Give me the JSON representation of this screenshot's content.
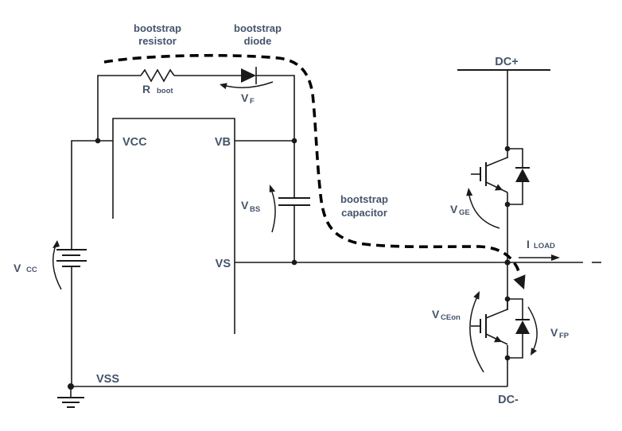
{
  "page": {
    "background": "#ffffff"
  },
  "colors": {
    "wire": "#1a1a1a",
    "label": "#44546a",
    "charge_path": "#000000"
  },
  "labels": {
    "bootstrap_resistor": {
      "line1": "bootstrap",
      "line2": "resistor"
    },
    "bootstrap_diode": {
      "line1": "bootstrap",
      "line2": "diode"
    },
    "bootstrap_capacitor": {
      "line1": "bootstrap",
      "line2": "capacitor"
    }
  },
  "pins": {
    "vcc": "VCC",
    "vb": "VB",
    "vs": "VS",
    "vss": "VSS"
  },
  "rails": {
    "dc_plus": "DC+",
    "dc_minus": "DC-"
  },
  "quantities": {
    "r_boot": {
      "main": "R",
      "sub": "boot"
    },
    "v_f": {
      "main": "V",
      "sub": "F"
    },
    "v_bs": {
      "main": "V",
      "sub": "BS"
    },
    "v_cc": {
      "main": "V",
      "sub": "CC"
    },
    "v_ge": {
      "main": "V",
      "sub": "GE"
    },
    "v_ceon": {
      "main": "V",
      "sub": "CEon"
    },
    "v_fp": {
      "main": "V",
      "sub": "FP"
    },
    "i_load": {
      "main": "I",
      "sub": "LOAD"
    }
  }
}
